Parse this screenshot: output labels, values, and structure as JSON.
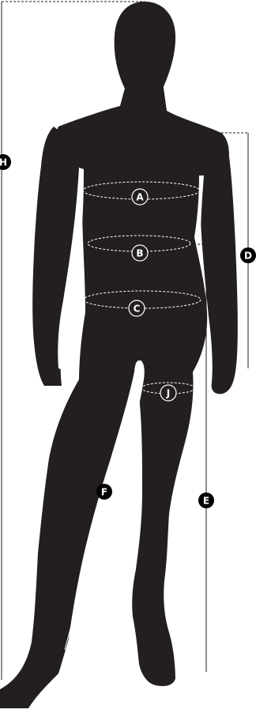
{
  "diagram": {
    "labels": {
      "a": "A",
      "b": "B",
      "c": "C",
      "d": "D",
      "e": "E",
      "f": "F",
      "h": "H",
      "j": "J"
    }
  },
  "colors": {
    "figure": "#231f20",
    "line": "#231f20",
    "dashed_measure": "#ffffff",
    "badge_fill_inside": "#231f20",
    "badge_fill_outside": "#000000",
    "badge_text": "#ffffff"
  }
}
